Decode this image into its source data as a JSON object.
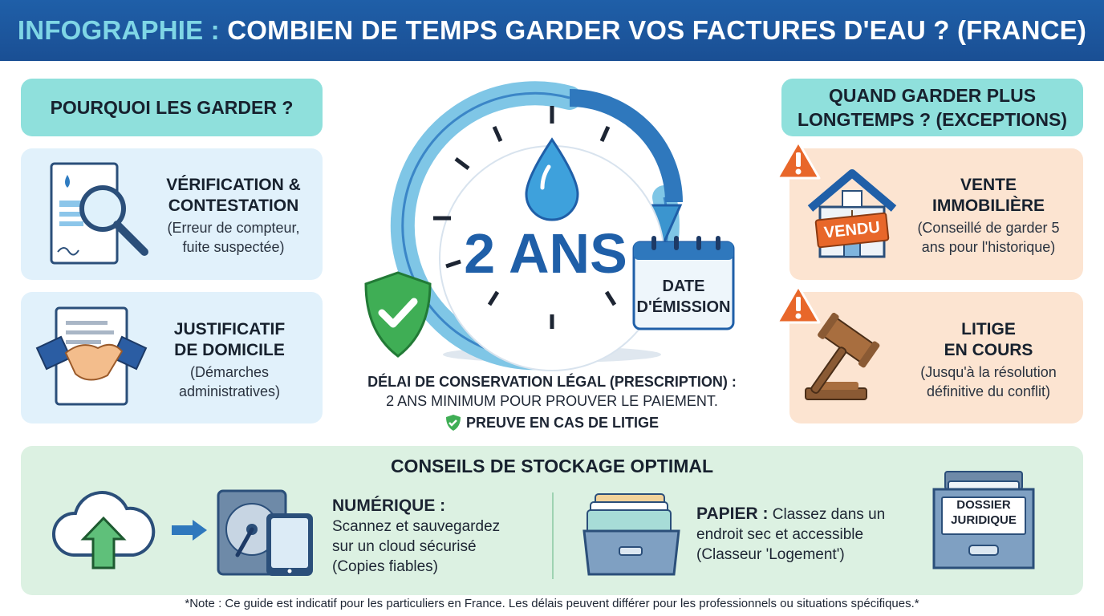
{
  "header": {
    "prefix": "INFOGRAPHIE :",
    "title": "COMBIEN DE TEMPS GARDER VOS FACTURES D'EAU ? (FRANCE)"
  },
  "left": {
    "heading": "POURQUOI LES GARDER ?",
    "items": [
      {
        "title_line1": "VÉRIFICATION &",
        "title_line2": "CONTESTATION",
        "desc_line1": "(Erreur de compteur,",
        "desc_line2": "fuite suspectée)"
      },
      {
        "title_line1": "JUSTIFICATIF",
        "title_line2": "DE DOMICILE",
        "desc_line1": "(Démarches",
        "desc_line2": "administratives)"
      }
    ]
  },
  "center": {
    "duration": "2 ANS",
    "calendar_line1": "DATE",
    "calendar_line2": "D'ÉMISSION",
    "legal_line1": "DÉLAI DE CONSERVATION LÉGAL (PRESCRIPTION) :",
    "legal_line2": "2 ANS MINIMUM POUR PROUVER LE PAIEMENT.",
    "proof_label": "PREUVE EN CAS DE LITIGE"
  },
  "right": {
    "heading": "QUAND GARDER PLUS LONGTEMPS ? (EXCEPTIONS)",
    "items": [
      {
        "title_line1": "VENTE",
        "title_line2": "IMMOBILIÈRE",
        "desc_line1": "(Conseillé de garder 5",
        "desc_line2": "ans pour l'historique)",
        "sign_text": "VENDU"
      },
      {
        "title_line1": "LITIGE",
        "title_line2": "EN COURS",
        "desc_line1": "(Jusqu'à la résolution",
        "desc_line2": "définitive du conflit)"
      }
    ]
  },
  "storage": {
    "heading": "CONSEILS DE STOCKAGE OPTIMAL",
    "digital_title": "NUMÉRIQUE :",
    "digital_line1": "Scannez et sauvegardez",
    "digital_line2": "sur un cloud sécurisé",
    "digital_line3": "(Copies fiables)",
    "paper_title": "PAPIER :",
    "paper_line1": " Classez dans un",
    "paper_line2": "endroit sec et accessible",
    "paper_line3": "(Classeur 'Logement')",
    "folder_label_line1": "DOSSIER",
    "folder_label_line2": "JURIDIQUE"
  },
  "footer_note": "*Note : Ce guide est indicatif pour les particuliers en France. Les délais peuvent différer pour les professionnels ou situations spécifiques.*",
  "colors": {
    "header_bg": "#1f5fa8",
    "header_accent": "#7fd6e6",
    "teal_pill": "#8fe0dc",
    "blue_card": "#e1f1fb",
    "orange_card": "#fce4d1",
    "green_panel": "#dcf1e2",
    "primary_blue": "#1f5fa8",
    "shield_green": "#3fae55",
    "warning_orange": "#e8672a"
  },
  "icons": [
    "document-magnifier-icon",
    "handshake-document-icon",
    "water-drop-icon",
    "clock-icon",
    "shield-check-icon",
    "calendar-icon",
    "warning-icon",
    "house-sold-icon",
    "gavel-icon",
    "cloud-upload-icon",
    "arrow-right-icon",
    "hard-drive-tablet-icon",
    "file-drawer-icon",
    "archive-box-icon"
  ]
}
